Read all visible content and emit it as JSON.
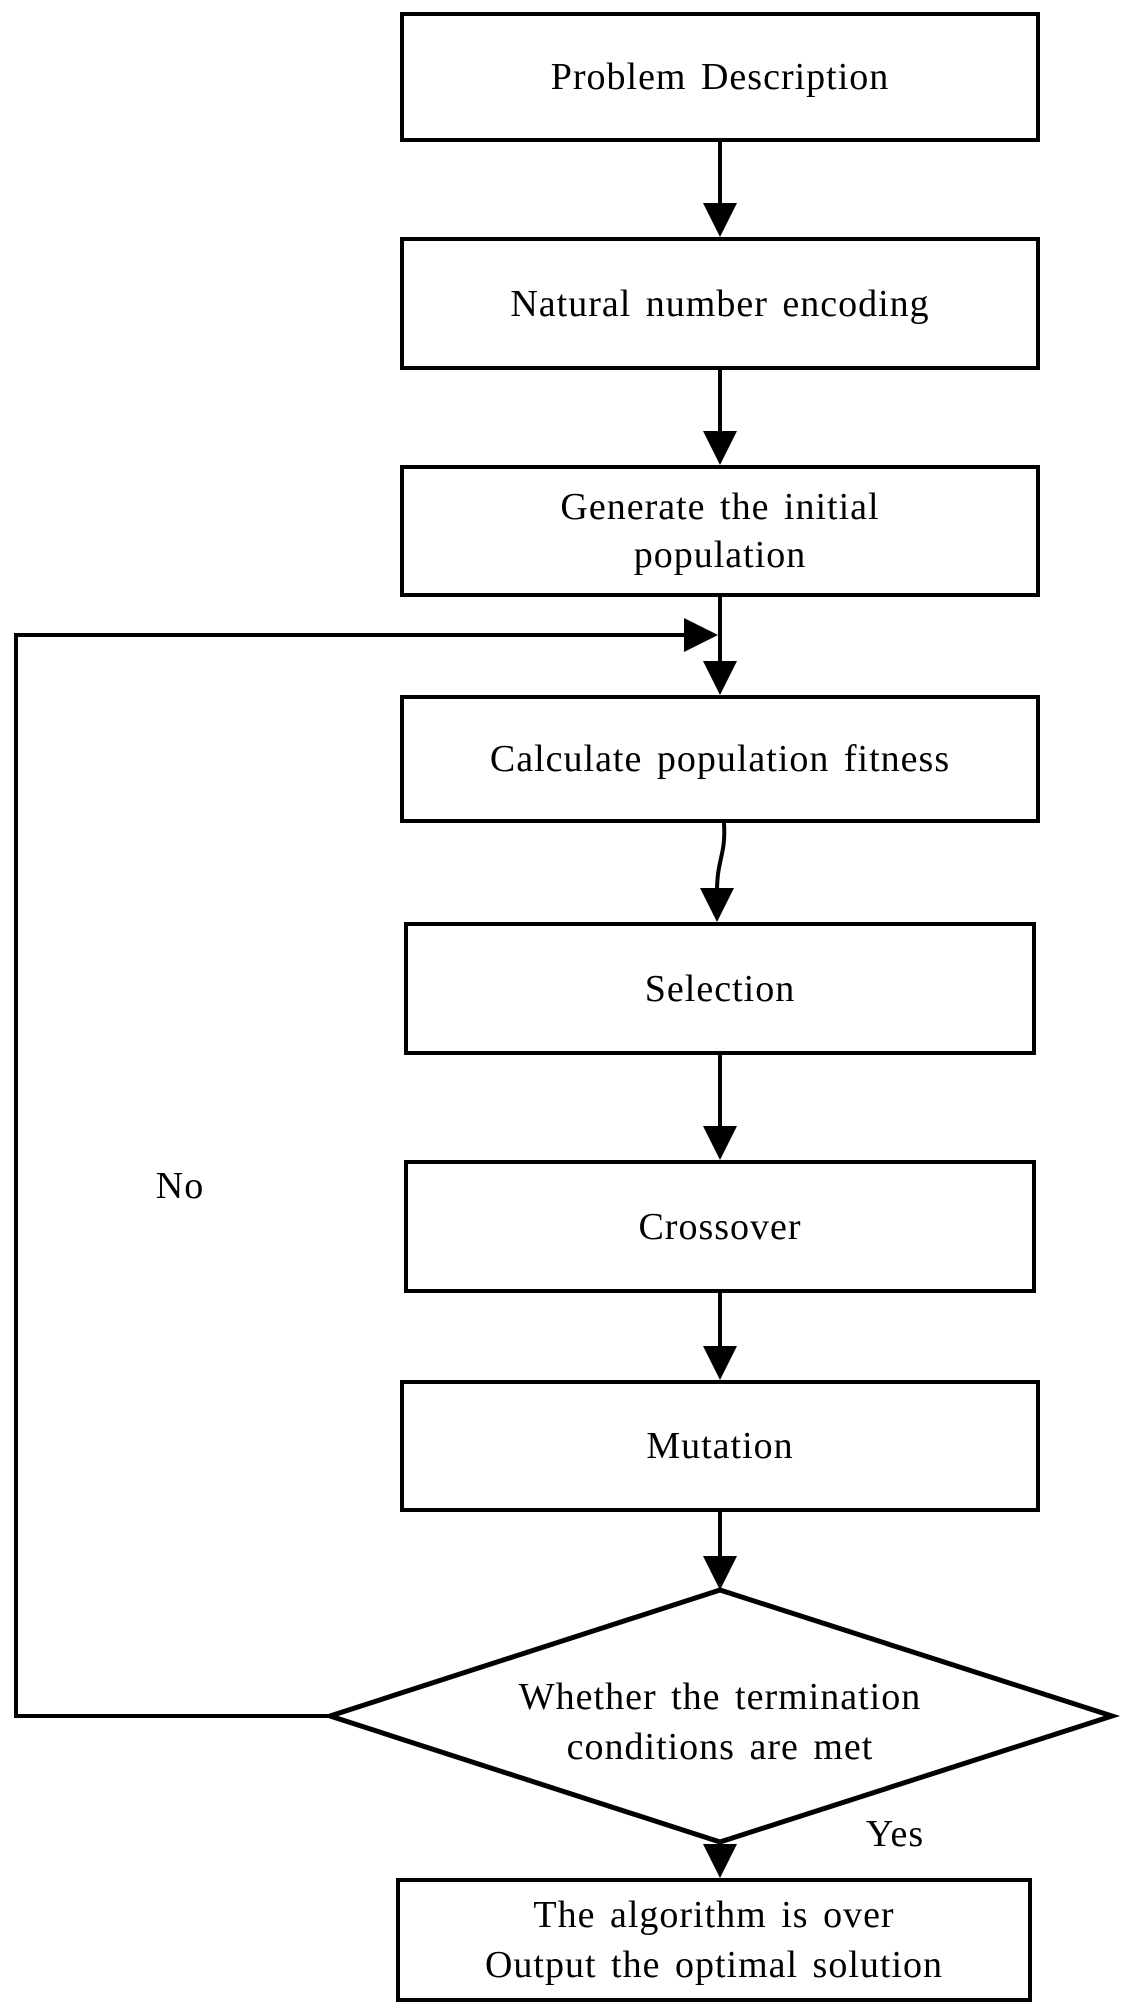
{
  "colors": {
    "line": "#000000",
    "text": "#000000",
    "background": "#ffffff",
    "node_fill": "#ffffff"
  },
  "nodes": {
    "problem": {
      "label": "Problem Description"
    },
    "encoding": {
      "label": "Natural number encoding"
    },
    "generate": {
      "line1": "Generate the initial",
      "line2": "population"
    },
    "fitness": {
      "label": "Calculate population fitness"
    },
    "selection": {
      "label": "Selection"
    },
    "crossover": {
      "label": "Crossover"
    },
    "mutation": {
      "label": "Mutation"
    },
    "decision": {
      "line1": "Whether the termination",
      "line2": "conditions are met"
    },
    "output": {
      "line1": "The algorithm is over",
      "line2": "Output the optimal solution"
    }
  },
  "edge_labels": {
    "no": "No",
    "yes": "Yes"
  }
}
